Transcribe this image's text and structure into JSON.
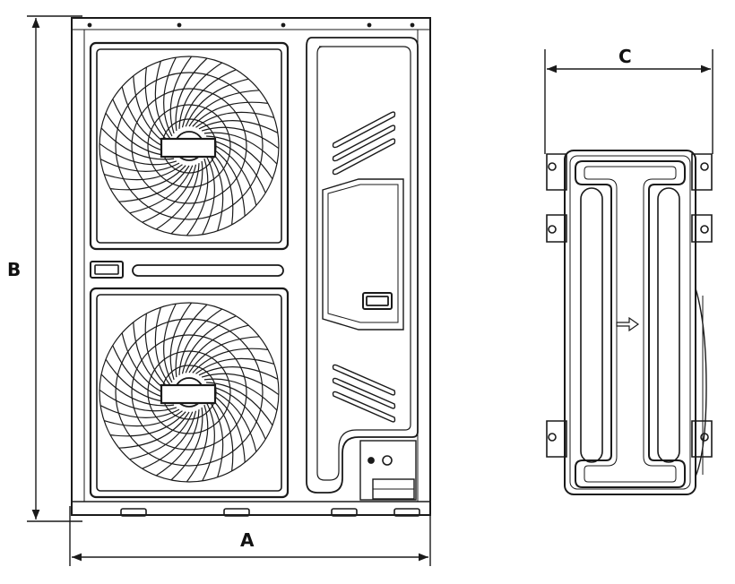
{
  "dimensions": {
    "width_label": "A",
    "height_label": "B",
    "depth_label": "C"
  },
  "colors": {
    "line": "#1a1a1a",
    "background": "#ffffff"
  },
  "fan_count": 2
}
